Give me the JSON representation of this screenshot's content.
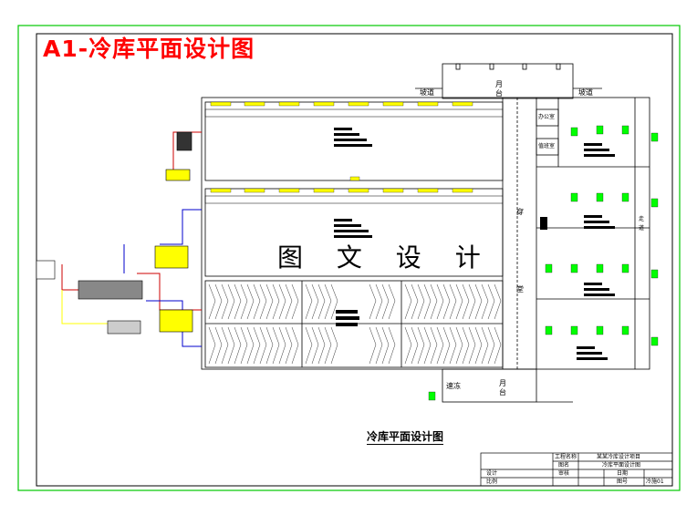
{
  "title": "A1-冷库平面设计图",
  "watermark": "图 文 设 计",
  "plan_caption": "冷库平面设计图",
  "labels": {
    "ramp_left": "坡道",
    "ramp_right": "坡道",
    "platform_top": "月台",
    "platform_bottom": "月台",
    "quick_freeze": "速冻",
    "room_a": "办公室",
    "room_b": "值班室",
    "corridor_left": "穿",
    "corridor_mid": "堂",
    "corridor_right": "走道"
  },
  "title_block": {
    "project_label": "工程名称",
    "project_value": "某某冷库设计项目",
    "drawing_label": "图名",
    "drawing_value": "冷库平面设计图",
    "design_label": "设计",
    "date_label": "日期",
    "check_label": "审核",
    "scale_label": "比例",
    "number_label": "图号",
    "number_value": "冷施01"
  },
  "colors": {
    "frame": "#00c800",
    "title": "#ff0000",
    "unit": "#ffff00",
    "pipe_blue": "#0000cc",
    "pipe_red": "#cc0000",
    "unit_green": "#00ff00"
  }
}
